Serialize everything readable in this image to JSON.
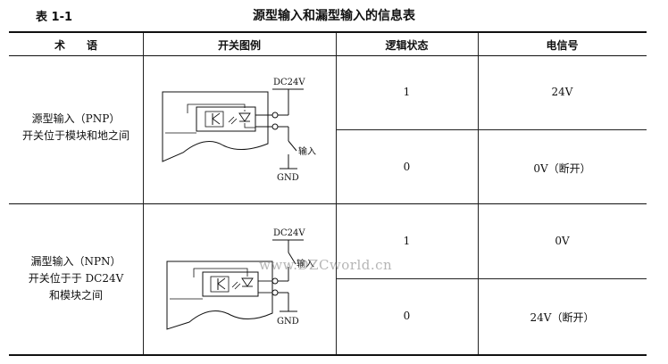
{
  "caption": {
    "number": "表 1-1",
    "title": "源型输入和漏型输入的信息表"
  },
  "headers": {
    "term": "术　　语",
    "diagram": "开关图例",
    "logic": "逻辑状态",
    "signal": "电信号"
  },
  "rows": [
    {
      "term_lines": [
        "源型输入（PNP）",
        "开关位于模块和地之间"
      ],
      "diagram": {
        "supply": "DC24V",
        "input": "输入",
        "ground": "GND"
      },
      "states": [
        {
          "logic": "1",
          "signal": "24V"
        },
        {
          "logic": "0",
          "signal": "0V（断开）"
        }
      ]
    },
    {
      "term_lines": [
        "漏型输入（NPN）",
        "开关位于于 DC24V",
        "和模块之间"
      ],
      "diagram": {
        "supply": "DC24V",
        "input": "输入",
        "ground": "GND"
      },
      "states": [
        {
          "logic": "1",
          "signal": "0V"
        },
        {
          "logic": "0",
          "signal": "24V（断开）"
        }
      ]
    }
  ],
  "watermark": "www.DZCworld.cn"
}
